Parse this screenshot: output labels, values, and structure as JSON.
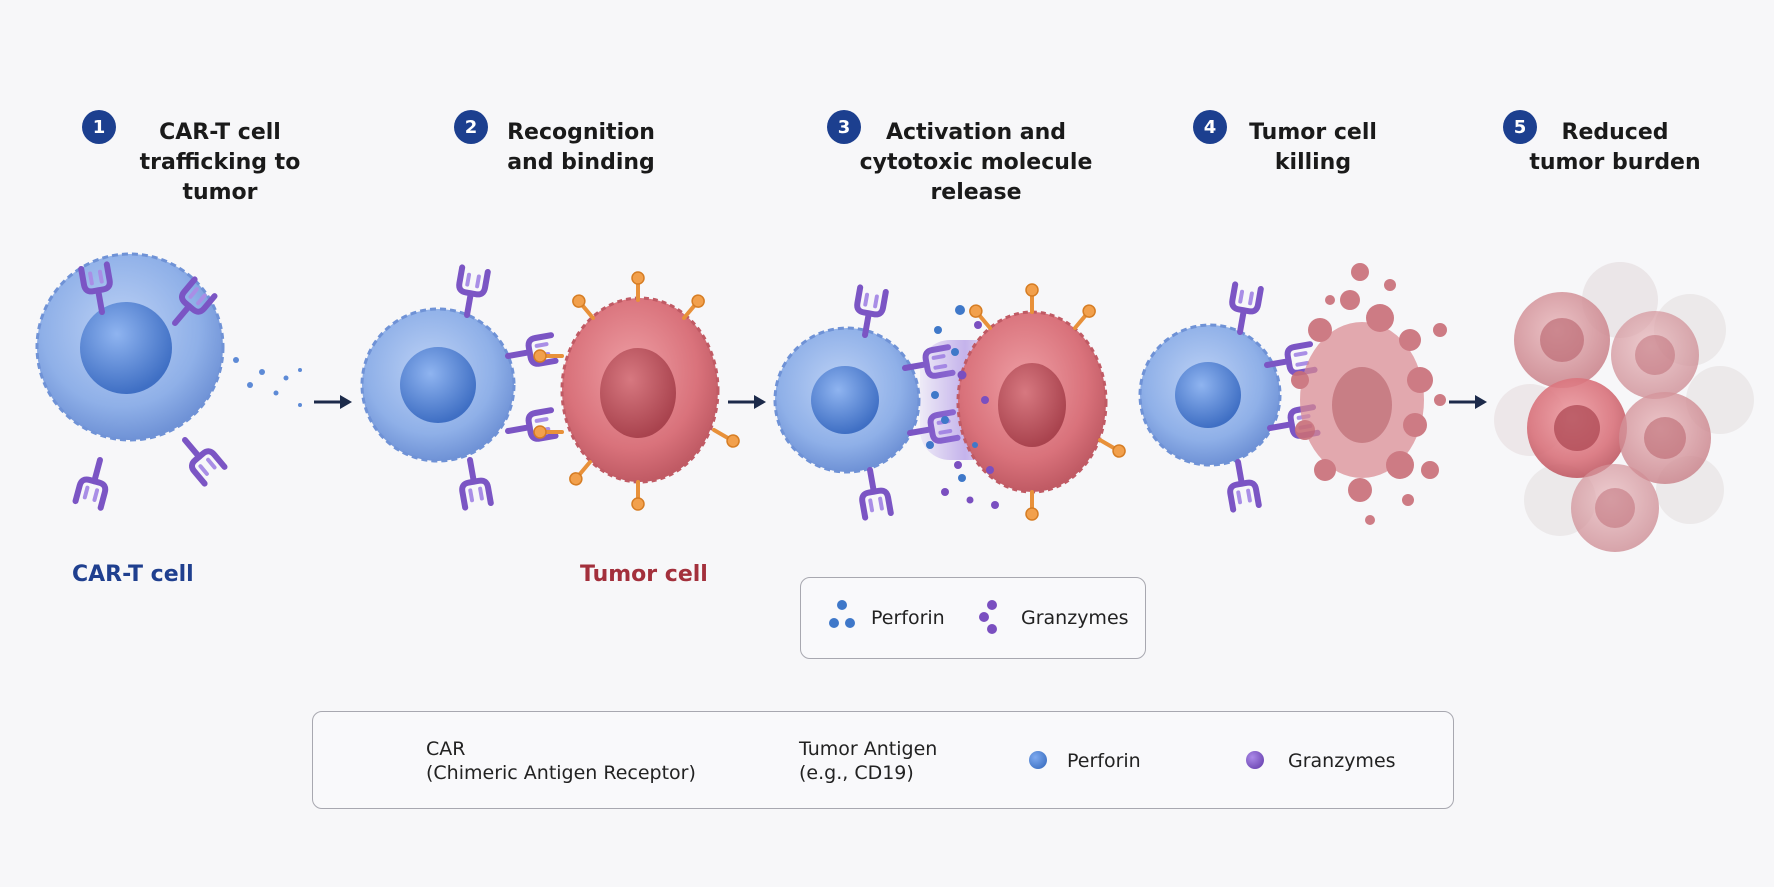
{
  "steps": [
    {
      "number": "1",
      "title_lines": [
        "CAR-T cell",
        "trafficking to",
        "tumor"
      ]
    },
    {
      "number": "2",
      "title_lines": [
        "Recognition",
        "and binding"
      ]
    },
    {
      "number": "3",
      "title_lines": [
        "Activation and",
        "cytotoxic molecule",
        "release"
      ]
    },
    {
      "number": "4",
      "title_lines": [
        "Tumor cell",
        "killing"
      ]
    },
    {
      "number": "5",
      "title_lines": [
        "Reduced",
        "tumor burden"
      ]
    }
  ],
  "labels": {
    "cart_cell": "CAR-T cell",
    "tumor_cell": "Tumor cell"
  },
  "inset_legend": {
    "perforin": "Perforin",
    "granzymes": "Granzymes"
  },
  "legend": {
    "car_line1": "CAR",
    "car_line2": "(Chimeric Antigen Receptor)",
    "antigen_line1": "Tumor Antigen",
    "antigen_line2": "(e.g., CD19)",
    "perforin": "Perforin",
    "granzymes": "Granzymes"
  },
  "colors": {
    "badge": "#1c3f8f",
    "cart_label": "#1f3f8f",
    "tumor_label": "#a3303c",
    "tcell_fill": "#8fb0e8",
    "tumor_fill": "#d9727b",
    "car": "#7b55c4",
    "antigen": "#e8913a",
    "perforin": "#3f78c9",
    "granzymes": "#7a4fc0",
    "arrow": "#1c2a4a"
  }
}
